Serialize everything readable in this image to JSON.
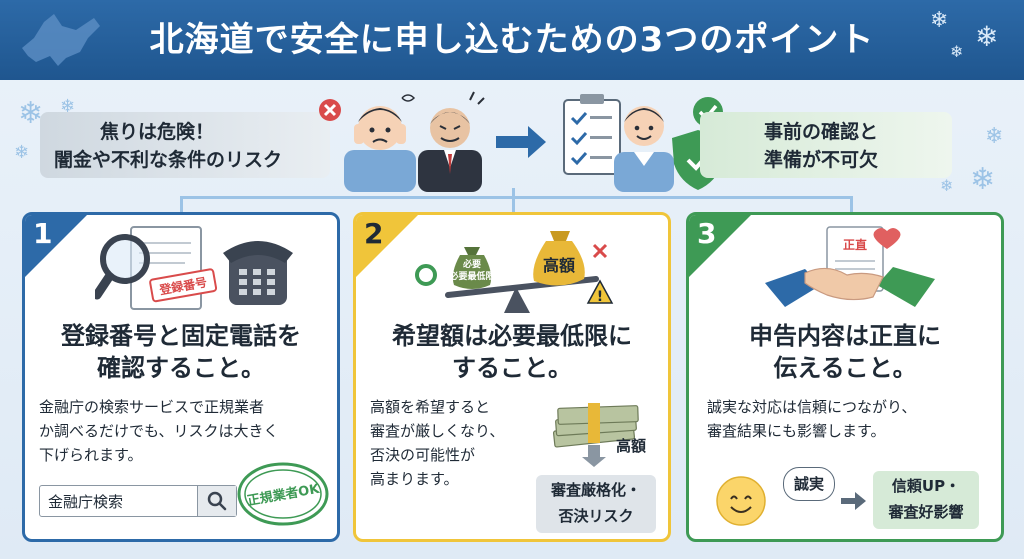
{
  "header": {
    "title": "北海道で安全に申し込むための3つのポイント"
  },
  "top": {
    "danger_line1": "焦りは危険！",
    "danger_line2": "闇金や不利な条件のリスク",
    "safe_line1": "事前の確認と",
    "safe_line2": "準備が不可欠"
  },
  "cards": [
    {
      "num": "1",
      "stamp": "登録番号",
      "title_line1": "登録番号と固定電話を",
      "title_line2": "確認すること。",
      "body_line1": "金融庁の検索サービスで正規業者",
      "body_line2": "か調べるだけでも、リスクは大きく",
      "body_line3": "下げられます。",
      "search_label": "金融庁検索",
      "ok_stamp": "正規業者OK"
    },
    {
      "num": "2",
      "bag_small": "必要最低限",
      "bag_large": "高額",
      "title_line1": "希望額は必要最低限に",
      "title_line2": "すること。",
      "body_line1": "高額を希望すると",
      "body_line2": "審査が厳しくなり、",
      "body_line3": "否決の可能性が",
      "body_line4": "高まります。",
      "money_label": "高額",
      "result_line1": "審査厳格化・",
      "result_line2": "否決リスク"
    },
    {
      "num": "3",
      "doc_label": "正直",
      "title_line1": "申告内容は正直に",
      "title_line2": "伝えること。",
      "body_line1": "誠実な対応は信頼につながり、",
      "body_line2": "審査結果にも影響します。",
      "bubble": "誠実",
      "result_line1": "信頼UP・",
      "result_line2": "審査好影響"
    }
  ]
}
